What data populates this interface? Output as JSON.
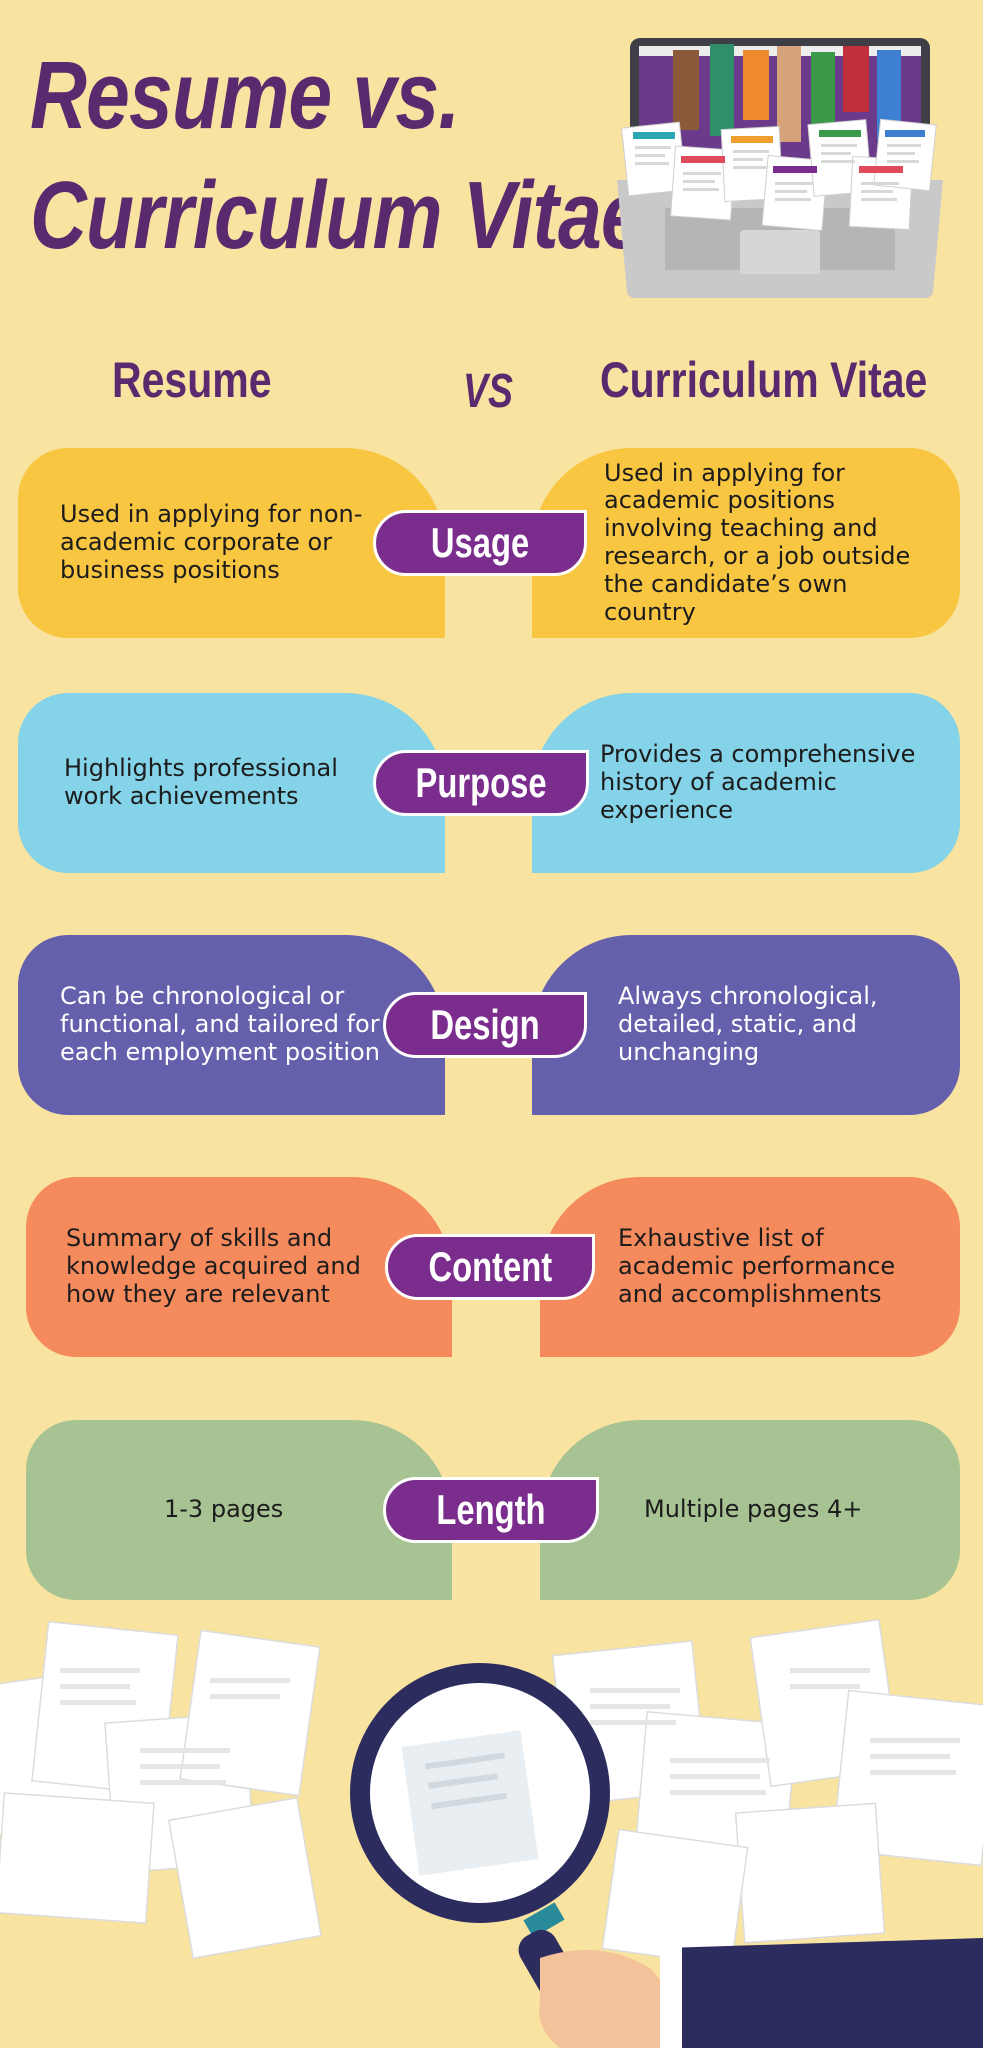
{
  "title": {
    "line1": "Resume vs.",
    "line2": "Curriculum Vitae"
  },
  "columns": {
    "left": "Resume",
    "middle": "VS",
    "right": "Curriculum Vitae"
  },
  "rows": [
    {
      "label": "Usage",
      "color": "#f9c642",
      "resume": "Used in applying for non-academic corporate or business positions",
      "cv": "Used in applying for academic positions involving teaching and research, or a job outside the candidate’s own country"
    },
    {
      "label": "Purpose",
      "color": "#84d3e8",
      "resume": "Highlights professional work achievements",
      "cv": "Provides a comprehensive history of academic experience"
    },
    {
      "label": "Design",
      "color": "#6460ac",
      "resume": "Can be chronological or functional, and tailored for each employment position",
      "cv": "Always chronological, detailed, static, and unchanging"
    },
    {
      "label": "Content",
      "color": "#f58a5d",
      "resume": "Summary of skills and knowledge acquired and how they are relevant",
      "cv": "Exhaustive list of academic performance and accomplishments"
    },
    {
      "label": "Length",
      "color": "#a8c393",
      "resume": "1-3 pages",
      "cv": "Multiple pages 4+"
    }
  ],
  "illustrations": {
    "top": "laptop-with-resumes-icon",
    "bottom": "magnifying-glass-over-documents-icon"
  },
  "colors": {
    "background": "#f8e3a1",
    "heading": "#5b2a6e",
    "pill": "#7b2d8e"
  }
}
